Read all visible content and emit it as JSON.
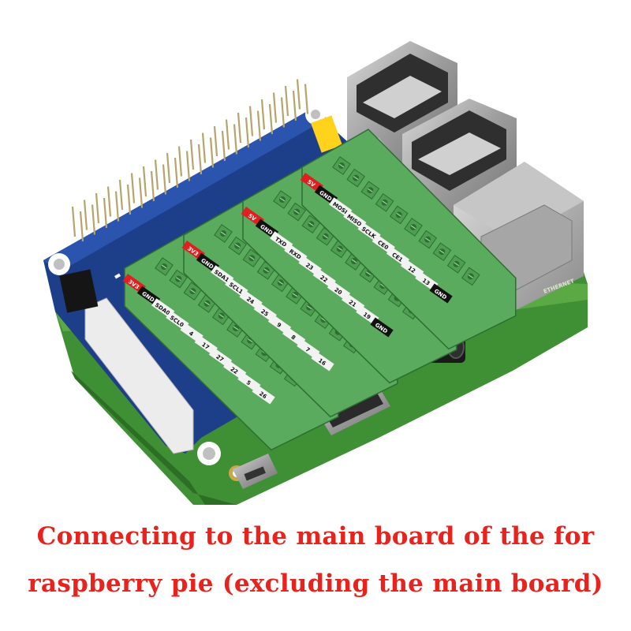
{
  "caption": {
    "line1": "Connecting to the main board of the for",
    "line2": "raspberry pie (excluding the main board)"
  },
  "colors": {
    "caption": "#e8231e",
    "hat_board": "#1c3f8c",
    "main_board": "#4c9b3a",
    "terminal_block": "#5aab5e",
    "label_white": "#f2f2f2",
    "label_red": "#e02020",
    "label_black": "#111111"
  },
  "terminal_strips": [
    {
      "labels": [
        "3V3",
        "GND",
        "SDA0",
        "SCL0",
        "4",
        "17",
        "27",
        "22",
        "5",
        "26"
      ]
    },
    {
      "labels": [
        "3V3",
        "GND",
        "SDA1",
        "SCL1",
        "24",
        "25",
        "9",
        "8",
        "7",
        "16"
      ]
    },
    {
      "labels": [
        "5V",
        "GND",
        "TXD",
        "RXD",
        "23",
        "22",
        "20",
        "21",
        "19",
        "GND"
      ]
    },
    {
      "labels": [
        "5V",
        "GND",
        "MOSI",
        "MISO",
        "SCLK",
        "CE0",
        "CE1",
        "12",
        "13",
        "GND"
      ]
    }
  ],
  "ethernet_port_text": "ETHERNET",
  "icons": [
    "usb-port-icon",
    "ethernet-port-icon",
    "gpio-header-icon",
    "audio-jack-icon",
    "hdmi-port-icon",
    "micro-usb-port-icon"
  ]
}
